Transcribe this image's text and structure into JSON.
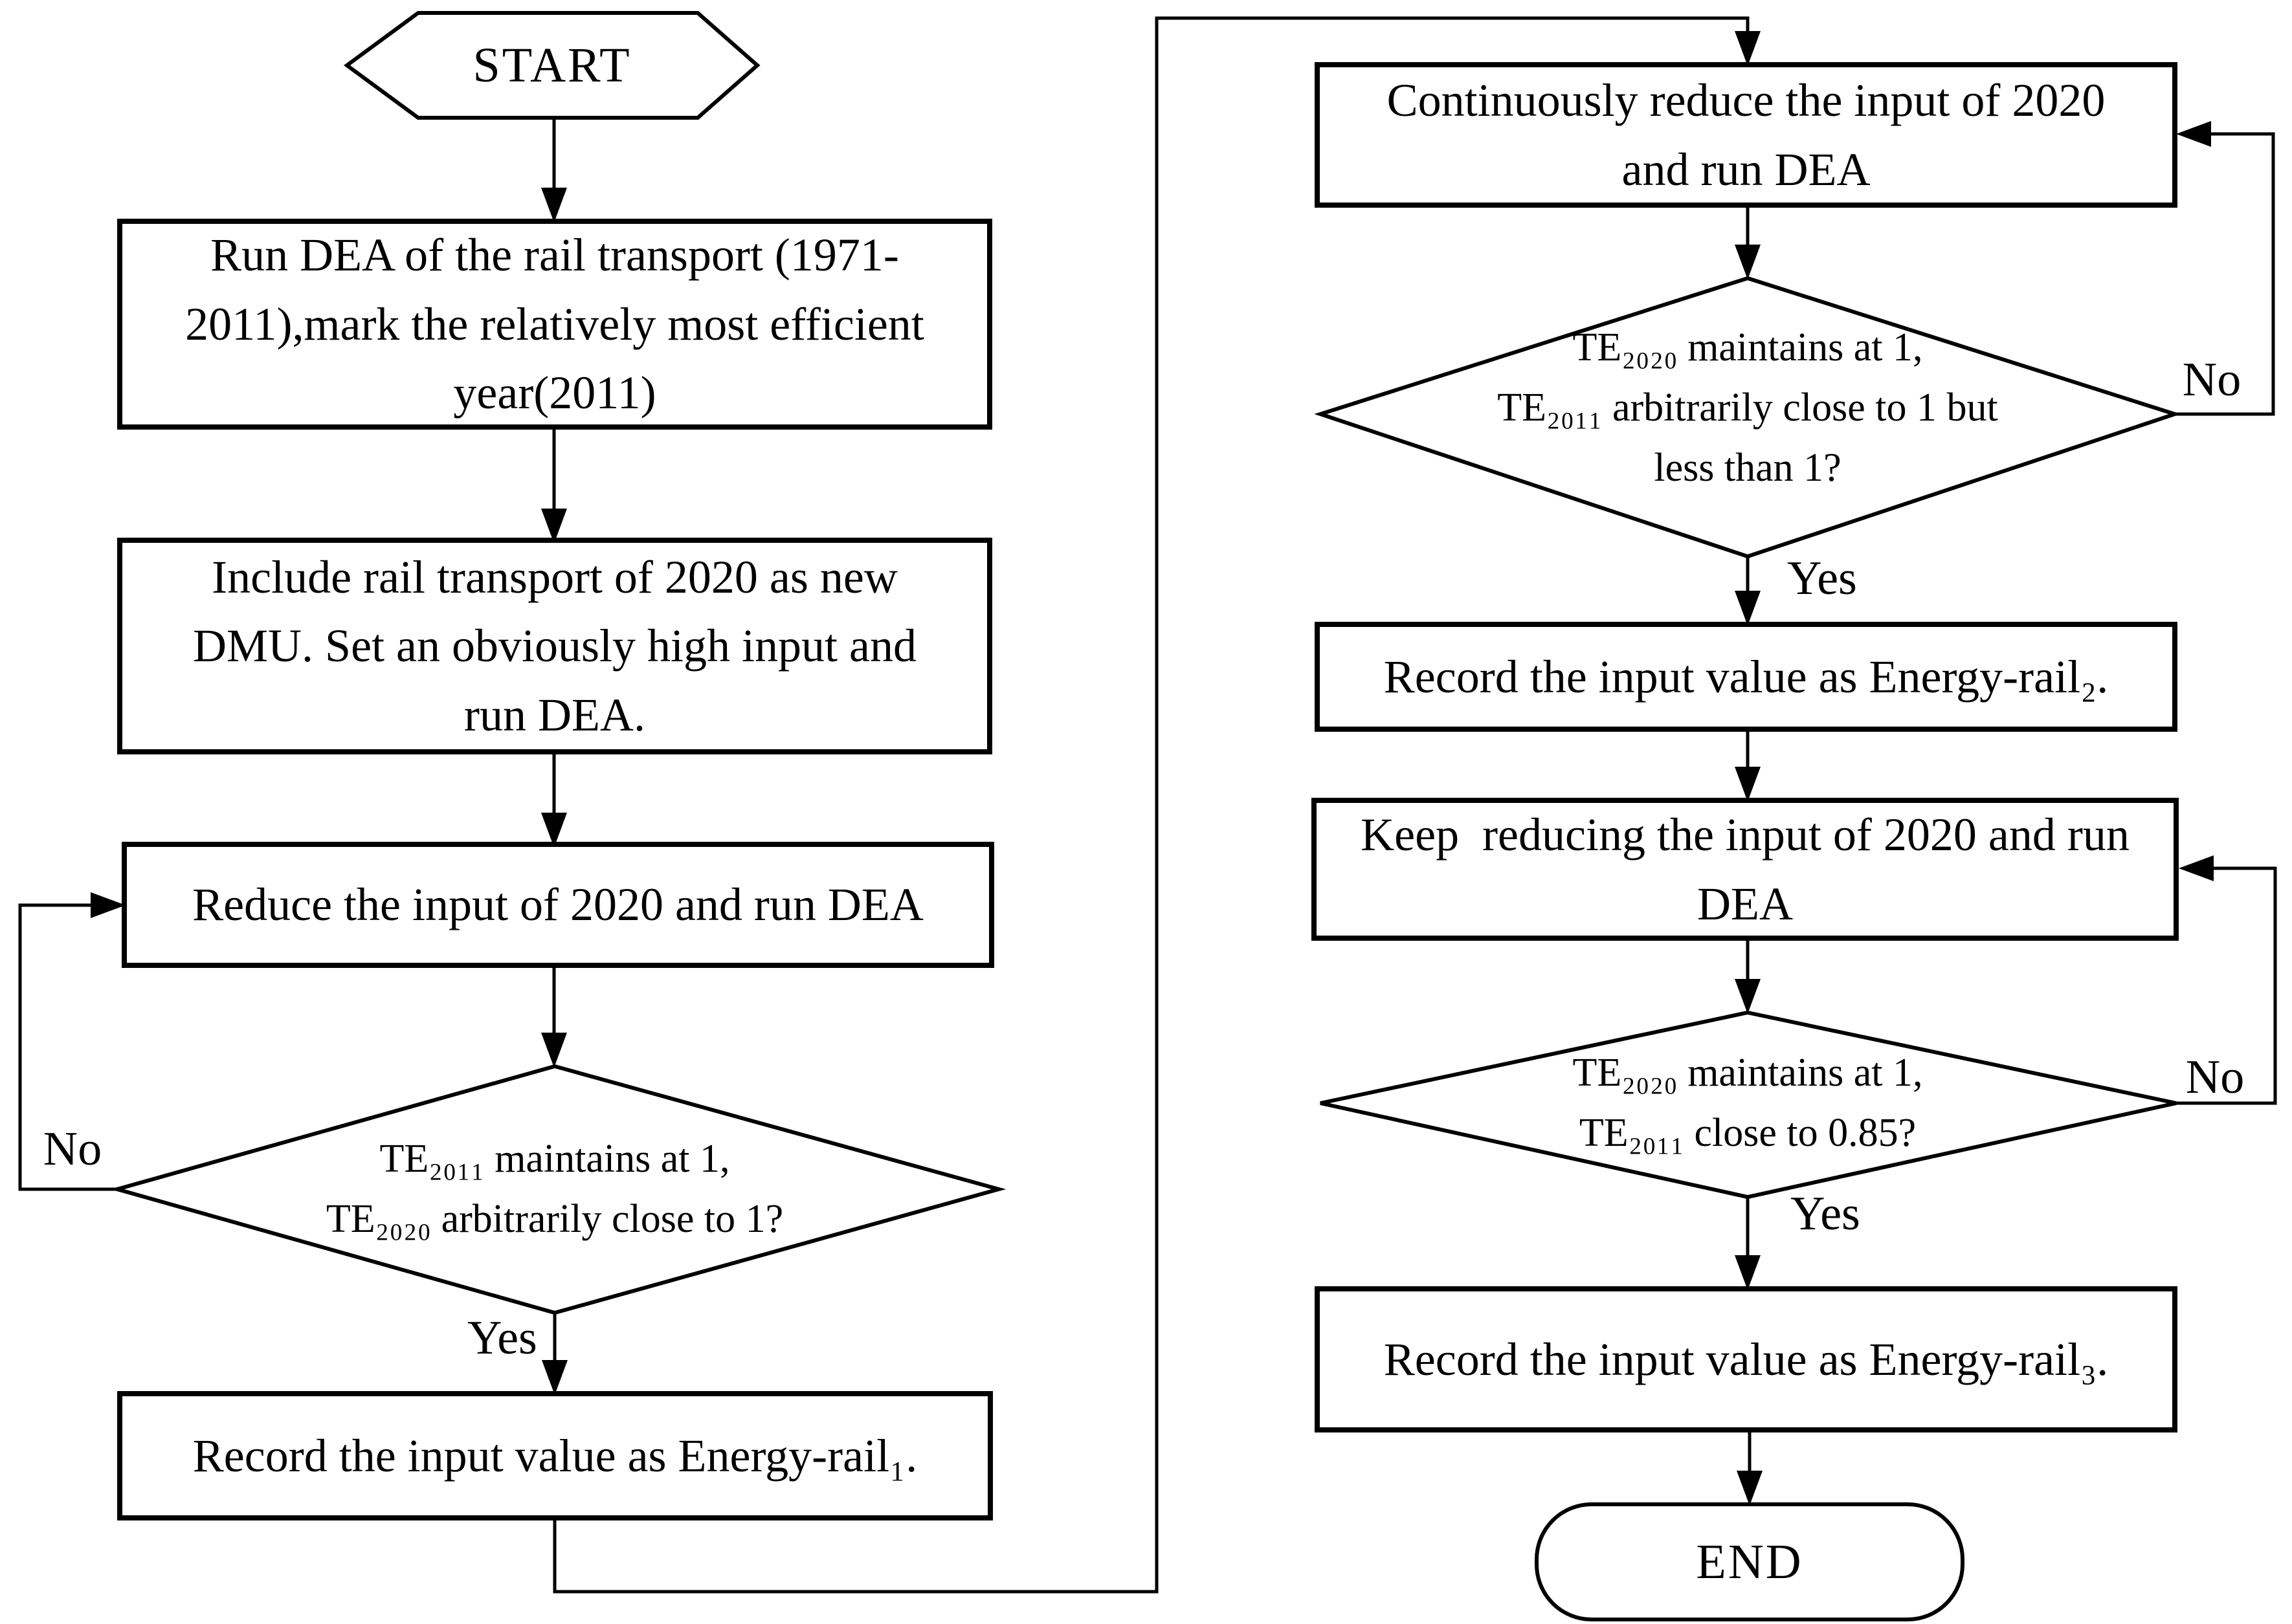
{
  "diagram": {
    "colors": {
      "background": "#ffffff",
      "stroke": "#000000",
      "text": "#000000"
    },
    "nodes": {
      "start": "START",
      "run_dea_1971_2011": "Run DEA of the rail transport (1971-\n2011),mark the relatively most efficient\nyear(2011)",
      "include_2020_dmu": "Include rail transport of 2020 as new\nDMU. Set an obviously high input and\nrun DEA.",
      "reduce_input": "Reduce the input of 2020 and run DEA",
      "decision_te2011_maintains": "TE₂₀₁₁ maintains at 1,\nTE₂₀₂₀ arbitrarily close to 1?",
      "record_energy_rail1": "Record the input value as Energy-rail₁.",
      "continuously_reduce": "Continuously reduce the input of 2020\nand run DEA",
      "decision_te2020_maintains_lt1": "TE₂₀₂₀ maintains at 1,\nTE₂₀₁₁ arbitrarily close to 1 but\nless than 1?",
      "record_energy_rail2": "Record the input value as Energy-rail₂.",
      "keep_reducing": "Keep  reducing the input of 2020 and run\nDEA",
      "decision_te2011_close_085": "TE₂₀₂₀ maintains at 1,\nTE₂₀₁₁ close to 0.85?",
      "record_energy_rail3": "Record the input value as Energy-rail₃.",
      "end": "END"
    },
    "edge_labels": {
      "no1": "No",
      "yes1": "Yes",
      "no2": "No",
      "yes2": "Yes",
      "no3": "No",
      "yes3": "Yes"
    }
  }
}
